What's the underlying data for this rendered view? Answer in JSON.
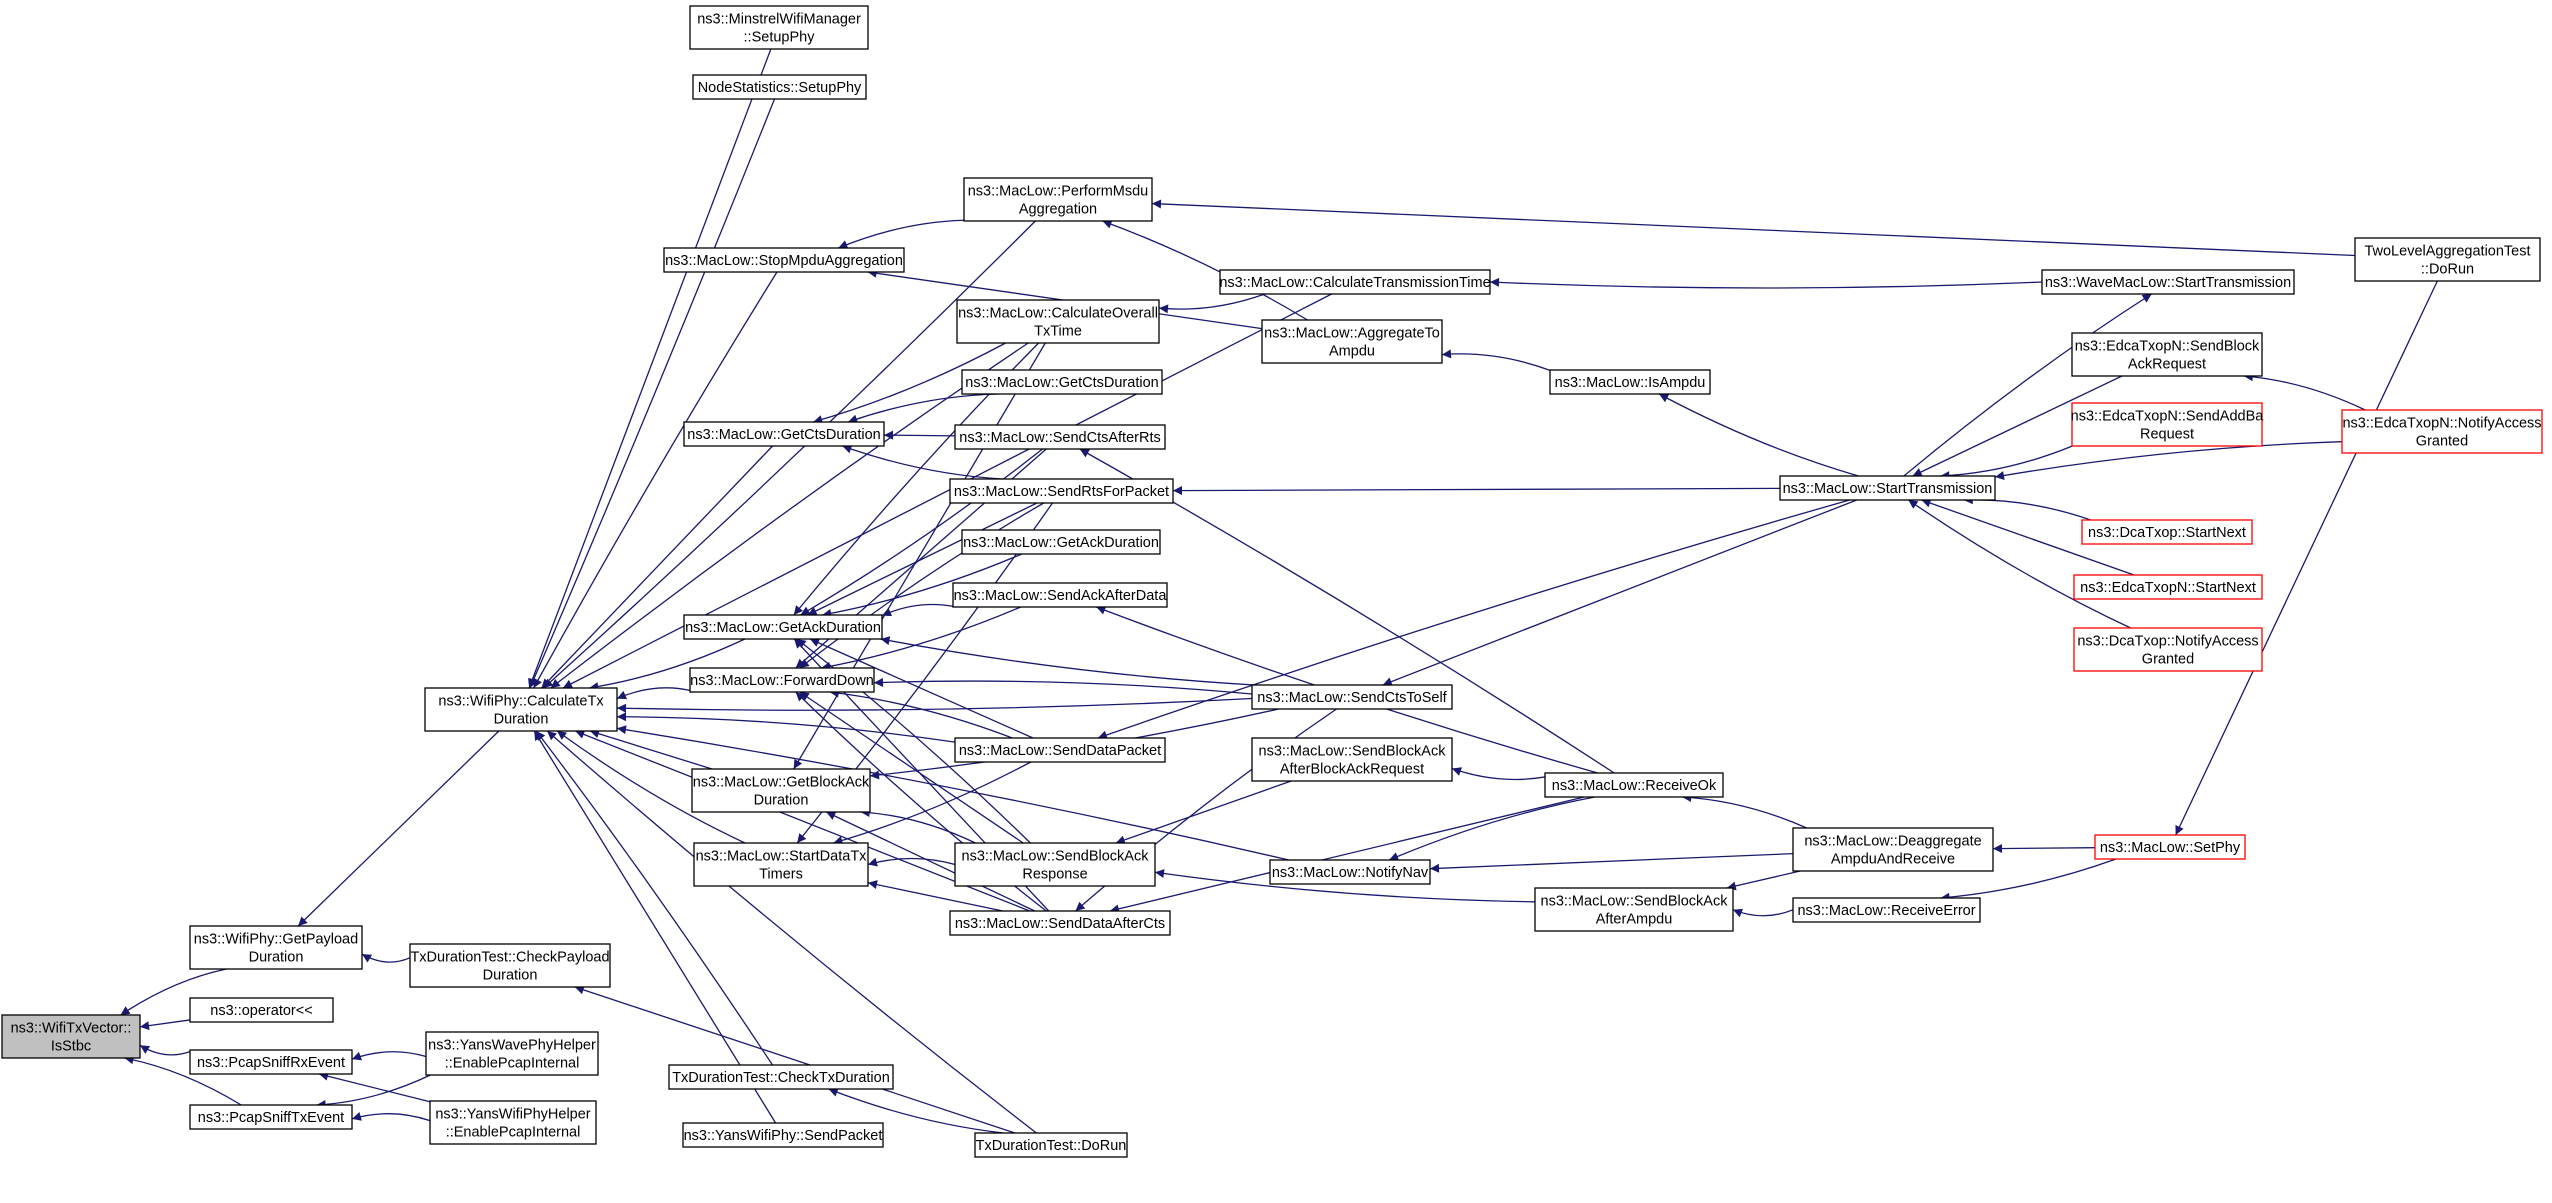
{
  "diagram": {
    "nodes": [
      {
        "id": "n_istbc",
        "lines": [
          "ns3::WifiTxVector::",
          "IsStbc"
        ],
        "focus": true
      },
      {
        "id": "n_getpayload",
        "lines": [
          "ns3::WifiPhy::GetPayload",
          "Duration"
        ]
      },
      {
        "id": "n_operator",
        "lines": [
          "ns3::operator<<"
        ]
      },
      {
        "id": "n_pcaprx",
        "lines": [
          "ns3::PcapSniffRxEvent"
        ]
      },
      {
        "id": "n_pcaptx",
        "lines": [
          "ns3::PcapSniffTxEvent"
        ]
      },
      {
        "id": "n_calctx",
        "lines": [
          "ns3::WifiPhy::CalculateTx",
          "Duration"
        ]
      },
      {
        "id": "n_checkpayload",
        "lines": [
          "TxDurationTest::CheckPayload",
          "Duration"
        ]
      },
      {
        "id": "n_yanswave",
        "lines": [
          "ns3::YansWavePhyHelper",
          "::EnablePcapInternal"
        ]
      },
      {
        "id": "n_yanswifi",
        "lines": [
          "ns3::YansWifiPhyHelper",
          "::EnablePcapInternal"
        ]
      },
      {
        "id": "n_minstrel",
        "lines": [
          "ns3::MinstrelWifiManager",
          "::SetupPhy"
        ]
      },
      {
        "id": "n_nodestats",
        "lines": [
          "NodeStatistics::SetupPhy"
        ]
      },
      {
        "id": "n_stopmpdu",
        "lines": [
          "ns3::MacLow::StopMpduAggregation"
        ]
      },
      {
        "id": "n_getcts",
        "lines": [
          "ns3::MacLow::GetCtsDuration"
        ]
      },
      {
        "id": "n_getack",
        "lines": [
          "ns3::MacLow::GetAckDuration"
        ]
      },
      {
        "id": "n_fwddown",
        "lines": [
          "ns3::MacLow::ForwardDown"
        ]
      },
      {
        "id": "n_getblockack",
        "lines": [
          "ns3::MacLow::GetBlockAck",
          "Duration"
        ]
      },
      {
        "id": "n_startdatatx",
        "lines": [
          "ns3::MacLow::StartDataTx",
          "Timers"
        ]
      },
      {
        "id": "n_checktx",
        "lines": [
          "TxDurationTest::CheckTxDuration"
        ]
      },
      {
        "id": "n_yanssend",
        "lines": [
          "ns3::YansWifiPhy::SendPacket"
        ]
      },
      {
        "id": "n_txdorun",
        "lines": [
          "TxDurationTest::DoRun"
        ]
      },
      {
        "id": "n_performmsdu",
        "lines": [
          "ns3::MacLow::PerformMsdu",
          "Aggregation"
        ]
      },
      {
        "id": "n_calcoverall",
        "lines": [
          "ns3::MacLow::CalculateOverall",
          "TxTime"
        ]
      },
      {
        "id": "n_getcts2",
        "lines": [
          "ns3::MacLow::GetCtsDuration"
        ]
      },
      {
        "id": "n_sendctsafter",
        "lines": [
          "ns3::MacLow::SendCtsAfterRts"
        ]
      },
      {
        "id": "n_sendrts",
        "lines": [
          "ns3::MacLow::SendRtsForPacket"
        ]
      },
      {
        "id": "n_getack2",
        "lines": [
          "ns3::MacLow::GetAckDuration"
        ]
      },
      {
        "id": "n_sendackafter",
        "lines": [
          "ns3::MacLow::SendAckAfterData"
        ]
      },
      {
        "id": "n_senddata",
        "lines": [
          "ns3::MacLow::SendDataPacket"
        ]
      },
      {
        "id": "n_sendblockackresp",
        "lines": [
          "ns3::MacLow::SendBlockAck",
          "Response"
        ]
      },
      {
        "id": "n_senddataaftercts",
        "lines": [
          "ns3::MacLow::SendDataAfterCts"
        ]
      },
      {
        "id": "n_calctrans",
        "lines": [
          "ns3::MacLow::CalculateTransmissionTime"
        ]
      },
      {
        "id": "n_aggregate",
        "lines": [
          "ns3::MacLow::AggregateTo",
          "Ampdu"
        ]
      },
      {
        "id": "n_sendctstoself",
        "lines": [
          "ns3::MacLow::SendCtsToSelf"
        ]
      },
      {
        "id": "n_sendbaafterbar",
        "lines": [
          "ns3::MacLow::SendBlockAck",
          "AfterBlockAckRequest"
        ]
      },
      {
        "id": "n_notifynav",
        "lines": [
          "ns3::MacLow::NotifyNav"
        ]
      },
      {
        "id": "n_isampdu",
        "lines": [
          "ns3::MacLow::IsAmpdu"
        ]
      },
      {
        "id": "n_receiveok",
        "lines": [
          "ns3::MacLow::ReceiveOk"
        ]
      },
      {
        "id": "n_sendbaafterampdu",
        "lines": [
          "ns3::MacLow::SendBlockAck",
          "AfterAmpdu"
        ]
      },
      {
        "id": "n_wavestart",
        "lines": [
          "ns3::WaveMacLow::StartTransmission"
        ]
      },
      {
        "id": "n_starttrans",
        "lines": [
          "ns3::MacLow::StartTransmission"
        ]
      },
      {
        "id": "n_deaggregate",
        "lines": [
          "ns3::MacLow::Deaggregate",
          "AmpduAndReceive"
        ]
      },
      {
        "id": "n_receiveerror",
        "lines": [
          "ns3::MacLow::ReceiveError"
        ]
      },
      {
        "id": "n_edcasendblock",
        "lines": [
          "ns3::EdcaTxopN::SendBlock",
          "AckRequest"
        ]
      },
      {
        "id": "n_edcasendaddba",
        "lines": [
          "ns3::EdcaTxopN::SendAddBa",
          "Request"
        ],
        "truncated": true
      },
      {
        "id": "n_dcastartnext",
        "lines": [
          "ns3::DcaTxop::StartNext"
        ],
        "truncated": true
      },
      {
        "id": "n_edcastartnext",
        "lines": [
          "ns3::EdcaTxopN::StartNext"
        ],
        "truncated": true
      },
      {
        "id": "n_dcanotify",
        "lines": [
          "ns3::DcaTxop::NotifyAccess",
          "Granted"
        ],
        "truncated": true
      },
      {
        "id": "n_setphy",
        "lines": [
          "ns3::MacLow::SetPhy"
        ],
        "truncated": true
      },
      {
        "id": "n_twolevel",
        "lines": [
          "TwoLevelAggregationTest",
          "::DoRun"
        ]
      },
      {
        "id": "n_edcanotify",
        "lines": [
          "ns3::EdcaTxopN::NotifyAccess",
          "Granted"
        ],
        "truncated": true
      }
    ],
    "edges": [
      [
        "n_getpayload",
        "n_istbc"
      ],
      [
        "n_operator",
        "n_istbc"
      ],
      [
        "n_pcaprx",
        "n_istbc"
      ],
      [
        "n_pcaptx",
        "n_istbc"
      ],
      [
        "n_calctx",
        "n_getpayload"
      ],
      [
        "n_checkpayload",
        "n_getpayload"
      ],
      [
        "n_yanswave",
        "n_pcaprx"
      ],
      [
        "n_yanswifi",
        "n_pcaprx"
      ],
      [
        "n_yanswave",
        "n_pcaptx"
      ],
      [
        "n_yanswifi",
        "n_pcaptx"
      ],
      [
        "n_minstrel",
        "n_calctx"
      ],
      [
        "n_nodestats",
        "n_calctx"
      ],
      [
        "n_stopmpdu",
        "n_calctx"
      ],
      [
        "n_getcts",
        "n_calctx"
      ],
      [
        "n_getack",
        "n_calctx"
      ],
      [
        "n_fwddown",
        "n_calctx"
      ],
      [
        "n_getblockack",
        "n_calctx"
      ],
      [
        "n_startdatatx",
        "n_calctx"
      ],
      [
        "n_checktx",
        "n_calctx"
      ],
      [
        "n_yanssend",
        "n_calctx"
      ],
      [
        "n_performmsdu",
        "n_calctx"
      ],
      [
        "n_calcoverall",
        "n_calctx"
      ],
      [
        "n_calctrans",
        "n_calctx"
      ],
      [
        "n_sendctstoself",
        "n_calctx"
      ],
      [
        "n_senddata",
        "n_calctx"
      ],
      [
        "n_senddataaftercts",
        "n_calctx"
      ],
      [
        "n_txdorun",
        "n_calctx"
      ],
      [
        "n_notifynav",
        "n_calctx"
      ],
      [
        "n_txdorun",
        "n_checkpayload"
      ],
      [
        "n_txdorun",
        "n_checktx"
      ],
      [
        "n_performmsdu",
        "n_stopmpdu"
      ],
      [
        "n_aggregate",
        "n_stopmpdu"
      ],
      [
        "n_calcoverall",
        "n_getcts"
      ],
      [
        "n_getcts2",
        "n_getcts"
      ],
      [
        "n_sendctsafter",
        "n_getcts"
      ],
      [
        "n_sendrts",
        "n_getcts"
      ],
      [
        "n_calcoverall",
        "n_getack"
      ],
      [
        "n_sendrts",
        "n_getack"
      ],
      [
        "n_getack2",
        "n_getack"
      ],
      [
        "n_sendackafter",
        "n_getack"
      ],
      [
        "n_senddata",
        "n_getack"
      ],
      [
        "n_sendctstoself",
        "n_getack"
      ],
      [
        "n_sendblockackresp",
        "n_getack"
      ],
      [
        "n_senddataaftercts",
        "n_getack"
      ],
      [
        "n_sendctsafter",
        "n_getack"
      ],
      [
        "n_sendrts",
        "n_fwddown"
      ],
      [
        "n_sendctsafter",
        "n_fwddown"
      ],
      [
        "n_sendackafter",
        "n_fwddown"
      ],
      [
        "n_senddata",
        "n_fwddown"
      ],
      [
        "n_sendblockackresp",
        "n_fwddown"
      ],
      [
        "n_senddataaftercts",
        "n_fwddown"
      ],
      [
        "n_sendctstoself",
        "n_fwddown"
      ],
      [
        "n_calcoverall",
        "n_getblockack"
      ],
      [
        "n_sendctstoself",
        "n_getblockack"
      ],
      [
        "n_sendblockackresp",
        "n_getblockack"
      ],
      [
        "n_senddataaftercts",
        "n_getblockack"
      ],
      [
        "n_senddata",
        "n_startdatatx"
      ],
      [
        "n_sendblockackresp",
        "n_startdatatx"
      ],
      [
        "n_senddataaftercts",
        "n_startdatatx"
      ],
      [
        "n_sendrts",
        "n_startdatatx"
      ],
      [
        "n_aggregate",
        "n_performmsdu"
      ],
      [
        "n_twolevel",
        "n_performmsdu"
      ],
      [
        "n_calctrans",
        "n_calcoverall"
      ],
      [
        "n_receiveok",
        "n_sendctsafter"
      ],
      [
        "n_starttrans",
        "n_sendrts"
      ],
      [
        "n_receiveok",
        "n_sendackafter"
      ],
      [
        "n_starttrans",
        "n_senddata"
      ],
      [
        "n_sendbaafterbar",
        "n_sendblockackresp"
      ],
      [
        "n_sendbaafterampdu",
        "n_sendblockackresp"
      ],
      [
        "n_sendctstoself",
        "n_senddataaftercts"
      ],
      [
        "n_receiveok",
        "n_senddataaftercts"
      ],
      [
        "n_wavestart",
        "n_calctrans"
      ],
      [
        "n_isampdu",
        "n_aggregate"
      ],
      [
        "n_starttrans",
        "n_sendctstoself"
      ],
      [
        "n_receiveok",
        "n_sendbaafterbar"
      ],
      [
        "n_receiveok",
        "n_notifynav"
      ],
      [
        "n_deaggregate",
        "n_notifynav"
      ],
      [
        "n_starttrans",
        "n_isampdu"
      ],
      [
        "n_deaggregate",
        "n_receiveok"
      ],
      [
        "n_deaggregate",
        "n_sendbaafterampdu"
      ],
      [
        "n_receiveerror",
        "n_sendbaafterampdu"
      ],
      [
        "n_starttrans",
        "n_wavestart"
      ],
      [
        "n_edcasendblock",
        "n_starttrans"
      ],
      [
        "n_edcasendaddba",
        "n_starttrans"
      ],
      [
        "n_dcastartnext",
        "n_starttrans"
      ],
      [
        "n_edcastartnext",
        "n_starttrans"
      ],
      [
        "n_dcanotify",
        "n_starttrans"
      ],
      [
        "n_edcanotify",
        "n_starttrans"
      ],
      [
        "n_setphy",
        "n_deaggregate"
      ],
      [
        "n_setphy",
        "n_receiveerror"
      ],
      [
        "n_edcanotify",
        "n_edcasendblock"
      ],
      [
        "n_twolevel",
        "n_setphy"
      ]
    ]
  }
}
